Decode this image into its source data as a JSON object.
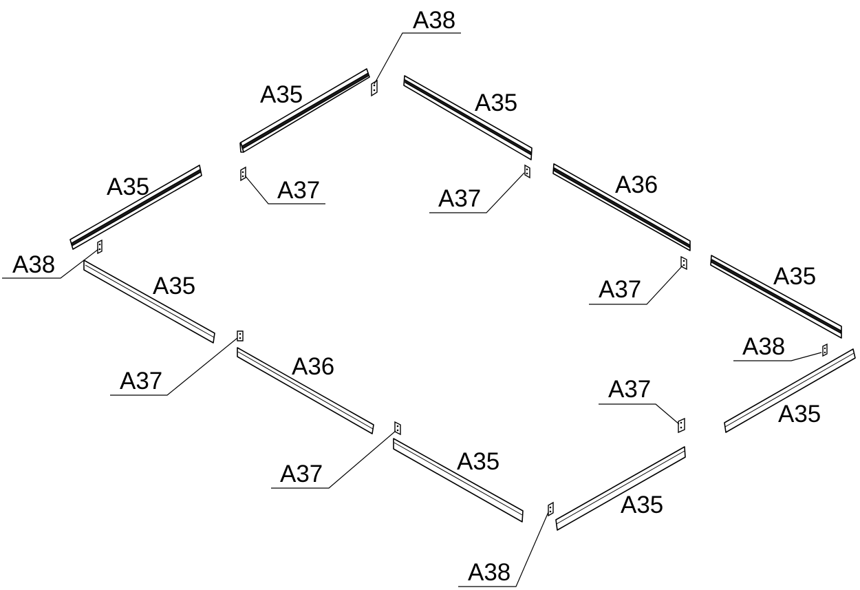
{
  "parts": {
    "rail_a35": "A35",
    "rail_a36": "A36",
    "bracket_a37": "A37",
    "bracket_a38": "A38"
  },
  "callouts": [
    {
      "id": "a38-top",
      "text": "A38"
    },
    {
      "id": "a35-top-left",
      "text": "A35"
    },
    {
      "id": "a35-top-right",
      "text": "A35"
    },
    {
      "id": "a35-left",
      "text": "A35"
    },
    {
      "id": "a37-left-inner",
      "text": "A37"
    },
    {
      "id": "a37-right-inner",
      "text": "A37"
    },
    {
      "id": "a36-upper-right",
      "text": "A36"
    },
    {
      "id": "a38-left",
      "text": "A38"
    },
    {
      "id": "a35-lower-left",
      "text": "A35"
    },
    {
      "id": "a37-right",
      "text": "A37"
    },
    {
      "id": "a35-right",
      "text": "A35"
    },
    {
      "id": "a38-right",
      "text": "A38"
    },
    {
      "id": "a36-lower-left",
      "text": "A36"
    },
    {
      "id": "a37-lower-left",
      "text": "A37"
    },
    {
      "id": "a37-lower-right",
      "text": "A37"
    },
    {
      "id": "a35-lower-right",
      "text": "A35"
    },
    {
      "id": "a35-bottom-left",
      "text": "A35"
    },
    {
      "id": "a37-bottom-left",
      "text": "A37"
    },
    {
      "id": "a35-bottom-right",
      "text": "A35"
    },
    {
      "id": "a38-bottom",
      "text": "A38"
    }
  ]
}
